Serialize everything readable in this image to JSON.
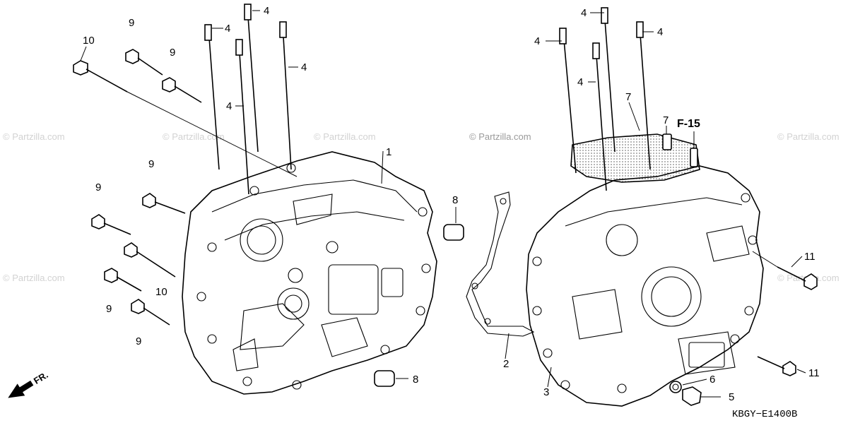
{
  "diagram": {
    "drawing_code": "KBGY−E1400B",
    "section_ref": "F-15",
    "direction_label": "FR.",
    "watermark": "© Partzilla.com"
  },
  "callouts": {
    "c1": "1",
    "c2": "2",
    "c3": "3",
    "c4a": "4",
    "c4b": "4",
    "c4c": "4",
    "c4d": "4",
    "c4e": "4",
    "c4f": "4",
    "c4g": "4",
    "c4h": "4",
    "c5": "5",
    "c6": "6",
    "c7a": "7",
    "c7b": "7",
    "c8a": "8",
    "c8b": "8",
    "c9a": "9",
    "c9b": "9",
    "c9c": "9",
    "c9d": "9",
    "c9e": "9",
    "c9f": "9",
    "c10a": "10",
    "c10b": "10",
    "c11a": "11",
    "c11b": "11"
  }
}
